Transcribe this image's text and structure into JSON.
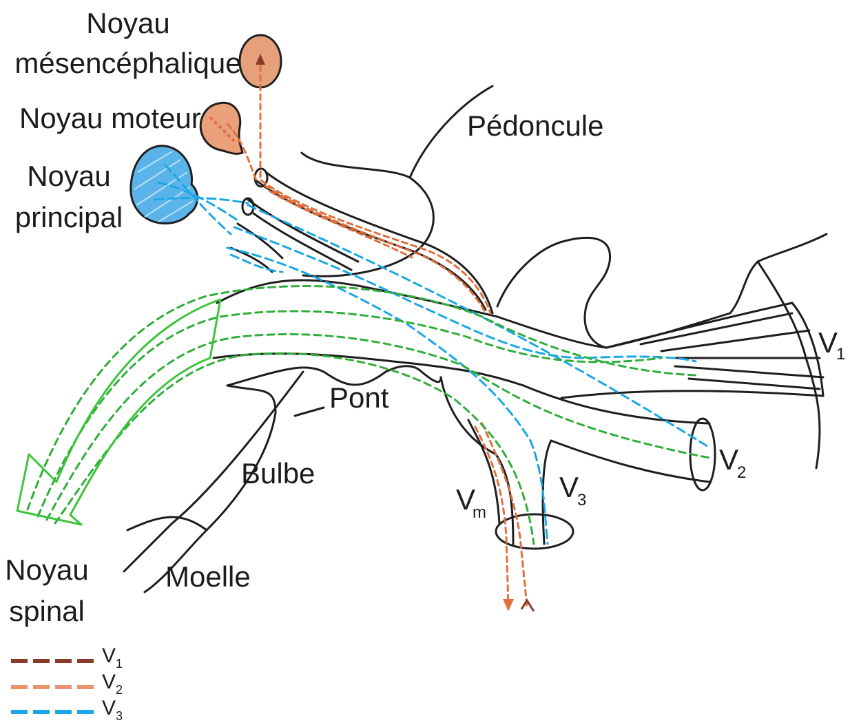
{
  "labels": {
    "noyau_mesencephalique_line1": "Noyau",
    "noyau_mesencephalique_line2": "mésencéphalique",
    "noyau_moteur": "Noyau moteur",
    "noyau_principal_line1": "Noyau",
    "noyau_principal_line2": "principal",
    "pedoncule": "Pédoncule",
    "pont": "Pont",
    "bulbe": "Bulbe",
    "moelle": "Moelle",
    "noyau_spinal_line1": "Noyau",
    "noyau_spinal_line2": "spinal",
    "v1_letter": "V",
    "v1_sub": "1",
    "v2_letter": "V",
    "v2_sub": "2",
    "v3_letter": "V",
    "v3_sub": "3",
    "vm_letter": "V",
    "vm_sub": "m"
  },
  "legend": [
    {
      "letter": "V",
      "sub": "1",
      "color": "#8b3a2a"
    },
    {
      "letter": "V",
      "sub": "2",
      "color": "#e8936b"
    },
    {
      "letter": "V",
      "sub": "3",
      "color": "#1aa7e6"
    }
  ],
  "colors": {
    "outline": "#1e1e1e",
    "mesencephalic_nucleus": "#e6a07a",
    "motor_nucleus": "#eaa07a",
    "principal_nucleus": "#5ab4ea",
    "motor_fibers": "#e0703e",
    "sensory_fibers": "#1aa7e6",
    "spinal_fibers": "#2fae3a",
    "spinal_arrow": "#3cc43a"
  }
}
